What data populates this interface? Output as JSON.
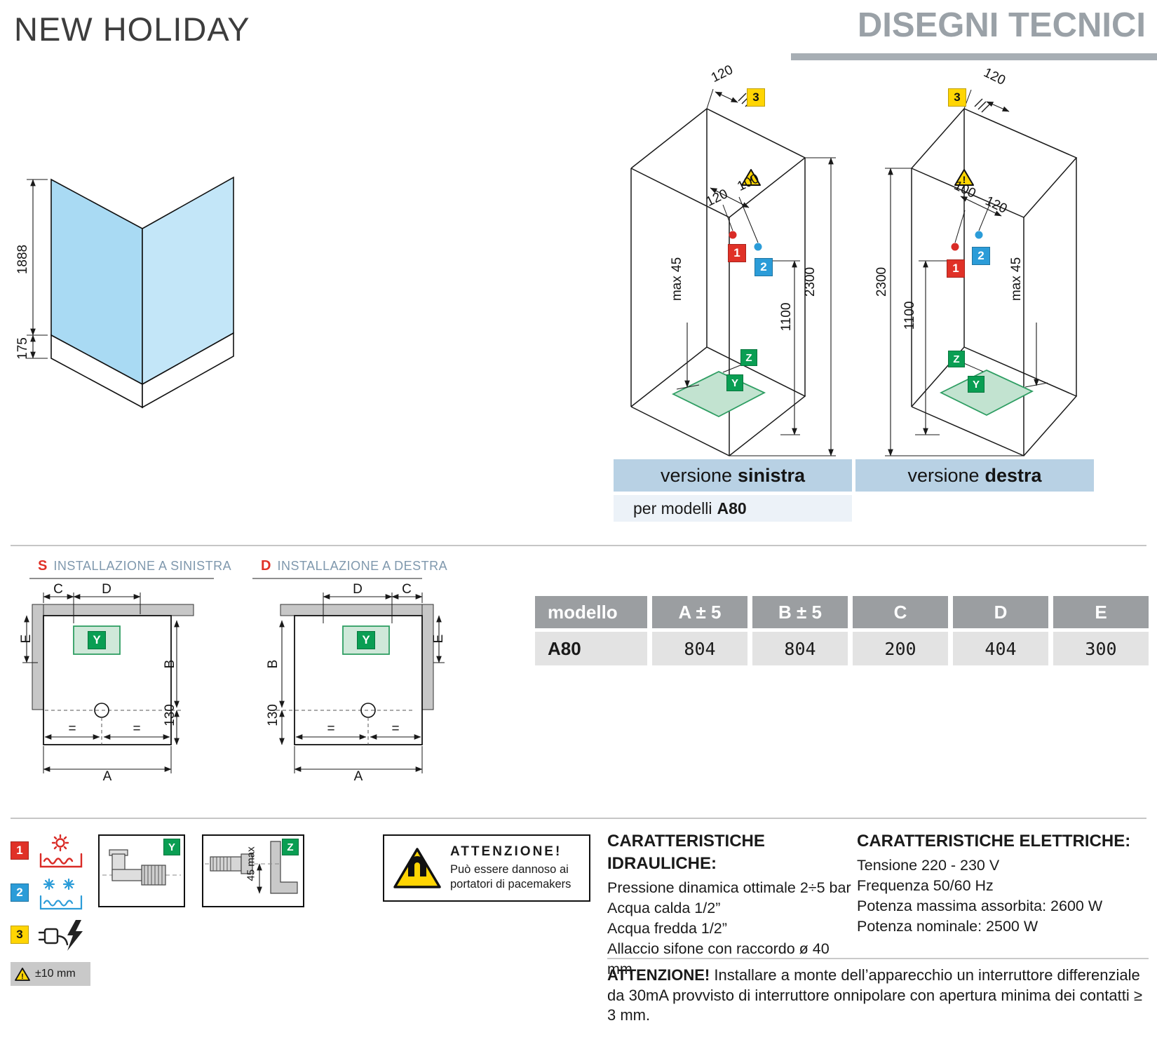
{
  "header": {
    "title": "NEW HOLIDAY",
    "section": "DISEGNI TECNICI"
  },
  "corner_panel": {
    "dim_height": "1888",
    "dim_base": "175"
  },
  "iso_left": {
    "dim_top": "120",
    "marker_3": "3",
    "dim_a": "120",
    "dim_b": "100",
    "marker_1": "1",
    "marker_2": "2",
    "dim_total_height": "2300",
    "dim_mid_height": "1100",
    "dim_max": "max 45",
    "marker_z": "Z",
    "marker_y": "Y"
  },
  "iso_right": {
    "dim_top": "120",
    "marker_3": "3",
    "dim_a": "100",
    "dim_b": "120",
    "marker_1": "1",
    "marker_2": "2",
    "dim_total_height": "2300",
    "dim_mid_height": "1100",
    "dim_max": "max 45",
    "marker_z": "Z",
    "marker_y": "Y"
  },
  "versions": {
    "left_label": "versione",
    "left_bold": "sinistra",
    "right_label": "versione",
    "right_bold": "destra",
    "models_label": "per modelli",
    "models_bold": "A80"
  },
  "plan_left": {
    "tag": "S",
    "title": "INSTALLAZIONE A SINISTRA",
    "dim_c": "C",
    "dim_d": "D",
    "dim_e": "E",
    "dim_b": "B",
    "dim_130": "130",
    "dim_a": "A",
    "equal_left": "=",
    "equal_right": "=",
    "marker_y": "Y"
  },
  "plan_right": {
    "tag": "D",
    "title": "INSTALLAZIONE A DESTRA",
    "dim_c": "C",
    "dim_d": "D",
    "dim_e": "E",
    "dim_b": "B",
    "dim_130": "130",
    "dim_a": "A",
    "equal_left": "=",
    "equal_right": "=",
    "marker_y": "Y"
  },
  "table": {
    "headers": [
      "modello",
      "A ± 5",
      "B ± 5",
      "C",
      "D",
      "E"
    ],
    "row": [
      "A80",
      "804",
      "804",
      "200",
      "404",
      "300"
    ]
  },
  "legend": {
    "hot": "1",
    "cold": "2",
    "electric": "3",
    "tolerance": "±10 mm",
    "y_badge": "Y",
    "z_badge": "Z",
    "z_dim": "45 max"
  },
  "pacemaker_warning": {
    "title": "ATTENZIONE!",
    "line1": "Può essere dannoso ai",
    "line2": "portatori di pacemakers"
  },
  "hydraulics": {
    "title": "CARATTERISTICHE IDRAULICHE:",
    "lines": [
      "Pressione dinamica ottimale 2÷5 bar",
      "Acqua calda 1/2”",
      "Acqua fredda 1/2”",
      "Allaccio sifone con raccordo ø 40 mm"
    ]
  },
  "electrical": {
    "title": "CARATTERISTICHE ELETTRICHE:",
    "lines": [
      "Tensione 220 - 230 V",
      "Frequenza 50/60 Hz",
      "Potenza massima assorbita: 2600 W",
      "Potenza nominale: 2500 W"
    ]
  },
  "installation_warning": {
    "bold": "ATTENZIONE!",
    "text": "Installare a monte dell’apparecchio un interruttore differenziale da 30mA provvisto di interruttore onnipolare con apertura minima dei contatti ≥ 3 mm."
  },
  "colors": {
    "red": "#e03127",
    "blue": "#2b9cd8",
    "yellow": "#ffd503",
    "green": "#0a9e53",
    "panel_blue": "#a9daf3",
    "bar_blue": "#b8d1e4",
    "tray_green": "#c2e3d0",
    "header_gray": "#9b9ea1",
    "row_gray": "#e3e3e3"
  }
}
